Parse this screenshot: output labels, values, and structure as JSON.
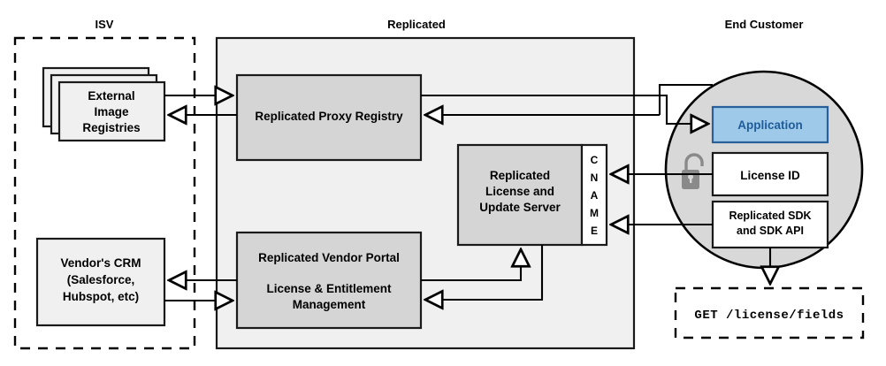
{
  "zones": {
    "isv": {
      "title": "ISV"
    },
    "replicated": {
      "title": "Replicated"
    },
    "end_customer": {
      "title": "End Customer"
    }
  },
  "nodes": {
    "external_image_registries": {
      "lines": [
        "External",
        "Image",
        "Registries"
      ],
      "stacked": true
    },
    "vendors_crm": {
      "lines": [
        "Vendor's CRM",
        "(Salesforce,",
        "Hubspot, etc)"
      ]
    },
    "replicated_proxy_registry": {
      "lines": [
        "Replicated Proxy Registry"
      ]
    },
    "replicated_license_update_server": {
      "lines": [
        "Replicated",
        "License and",
        "Update Server"
      ]
    },
    "cname": {
      "letters": [
        "C",
        "N",
        "A",
        "M",
        "E"
      ],
      "text": "CNAME"
    },
    "replicated_vendor_portal": {
      "lines": [
        "Replicated Vendor Portal",
        "",
        "License & Entitlement",
        "Management"
      ],
      "line1": "Replicated Vendor Portal",
      "line2": "License & Entitlement",
      "line3": "Management"
    },
    "application": {
      "label": "Application"
    },
    "license_id": {
      "label": "License ID"
    },
    "replicated_sdk": {
      "lines": [
        "Replicated SDK",
        "and SDK API"
      ],
      "line1": "Replicated SDK",
      "line2": "and SDK API"
    },
    "api_request": {
      "label": "GET /license/fields"
    }
  },
  "icons": {
    "unlock": "unlock-icon"
  },
  "colors": {
    "application_fill": "#9ec9e8",
    "application_border": "#2a6099",
    "application_text": "#1f5c99",
    "node_fill": "#d5d5d5",
    "container_fill": "#f0f0f0",
    "circle_fill": "#d8d8d8",
    "lock": "#8a8a8a",
    "line": "#000000"
  }
}
